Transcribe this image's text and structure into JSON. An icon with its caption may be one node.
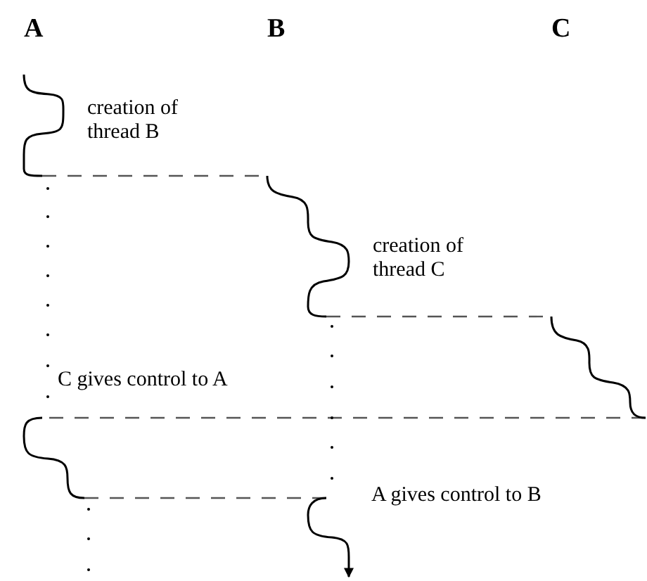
{
  "diagram": {
    "nodes": [
      {
        "text": [],
        "shape": "wave",
        "beside": [
          "creation of thread B"
        ]
      },
      {
        "text": [],
        "shape": "wave",
        "beside": [
          "creation of thread C"
        ]
      },
      {
        "text": [],
        "shape": "wave"
      },
      {
        "text": [],
        "shape": "wave",
        "beside": [
          "C gives control to A"
        ]
      },
      {
        "text": [],
        "shape": "wave",
        "beside": [
          "A gives control to B"
        ]
      }
    ],
    "edges": [
      {
        "from": 0,
        "to": 1,
        "arrow": "none",
        "style": "dashed"
      },
      {
        "from": 1,
        "to": 2,
        "arrow": "none",
        "style": "dashed"
      },
      {
        "from": 2,
        "to": 3,
        "arrow": "none",
        "style": "dashed"
      },
      {
        "from": 3,
        "to": 4,
        "arrow": "none",
        "style": "dashed"
      }
    ],
    "labels": [
      "A",
      "B",
      "C"
    ]
  }
}
